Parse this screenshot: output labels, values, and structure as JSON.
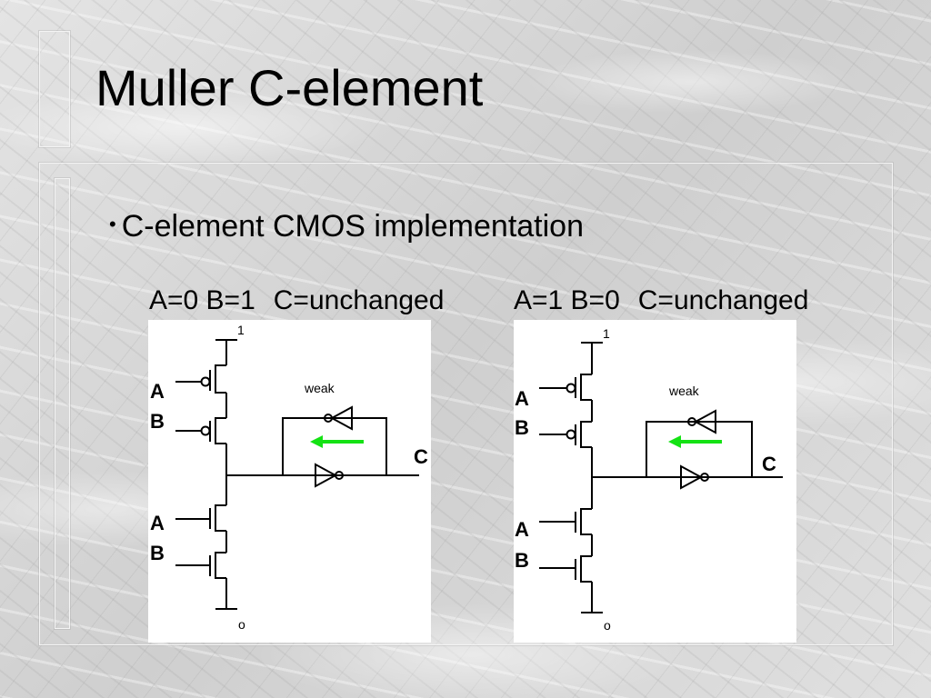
{
  "slide": {
    "title": "Muller C-element",
    "bullet": "C-element CMOS implementation"
  },
  "panels": [
    {
      "condition": "A=0 B=1",
      "result": "C=unchanged",
      "vdd_label": "1",
      "gnd_label": "o",
      "pmos_inputs": [
        "A",
        "B"
      ],
      "nmos_inputs": [
        "A",
        "B"
      ],
      "keeper_label": "weak",
      "output_label": "C"
    },
    {
      "condition": "A=1 B=0",
      "result": "C=unchanged",
      "vdd_label": "1",
      "gnd_label": "o",
      "pmos_inputs": [
        "A",
        "B"
      ],
      "nmos_inputs": [
        "A",
        "B"
      ],
      "keeper_label": "weak",
      "output_label": "C"
    }
  ],
  "colors": {
    "feedback_arrow": "#14e214"
  }
}
